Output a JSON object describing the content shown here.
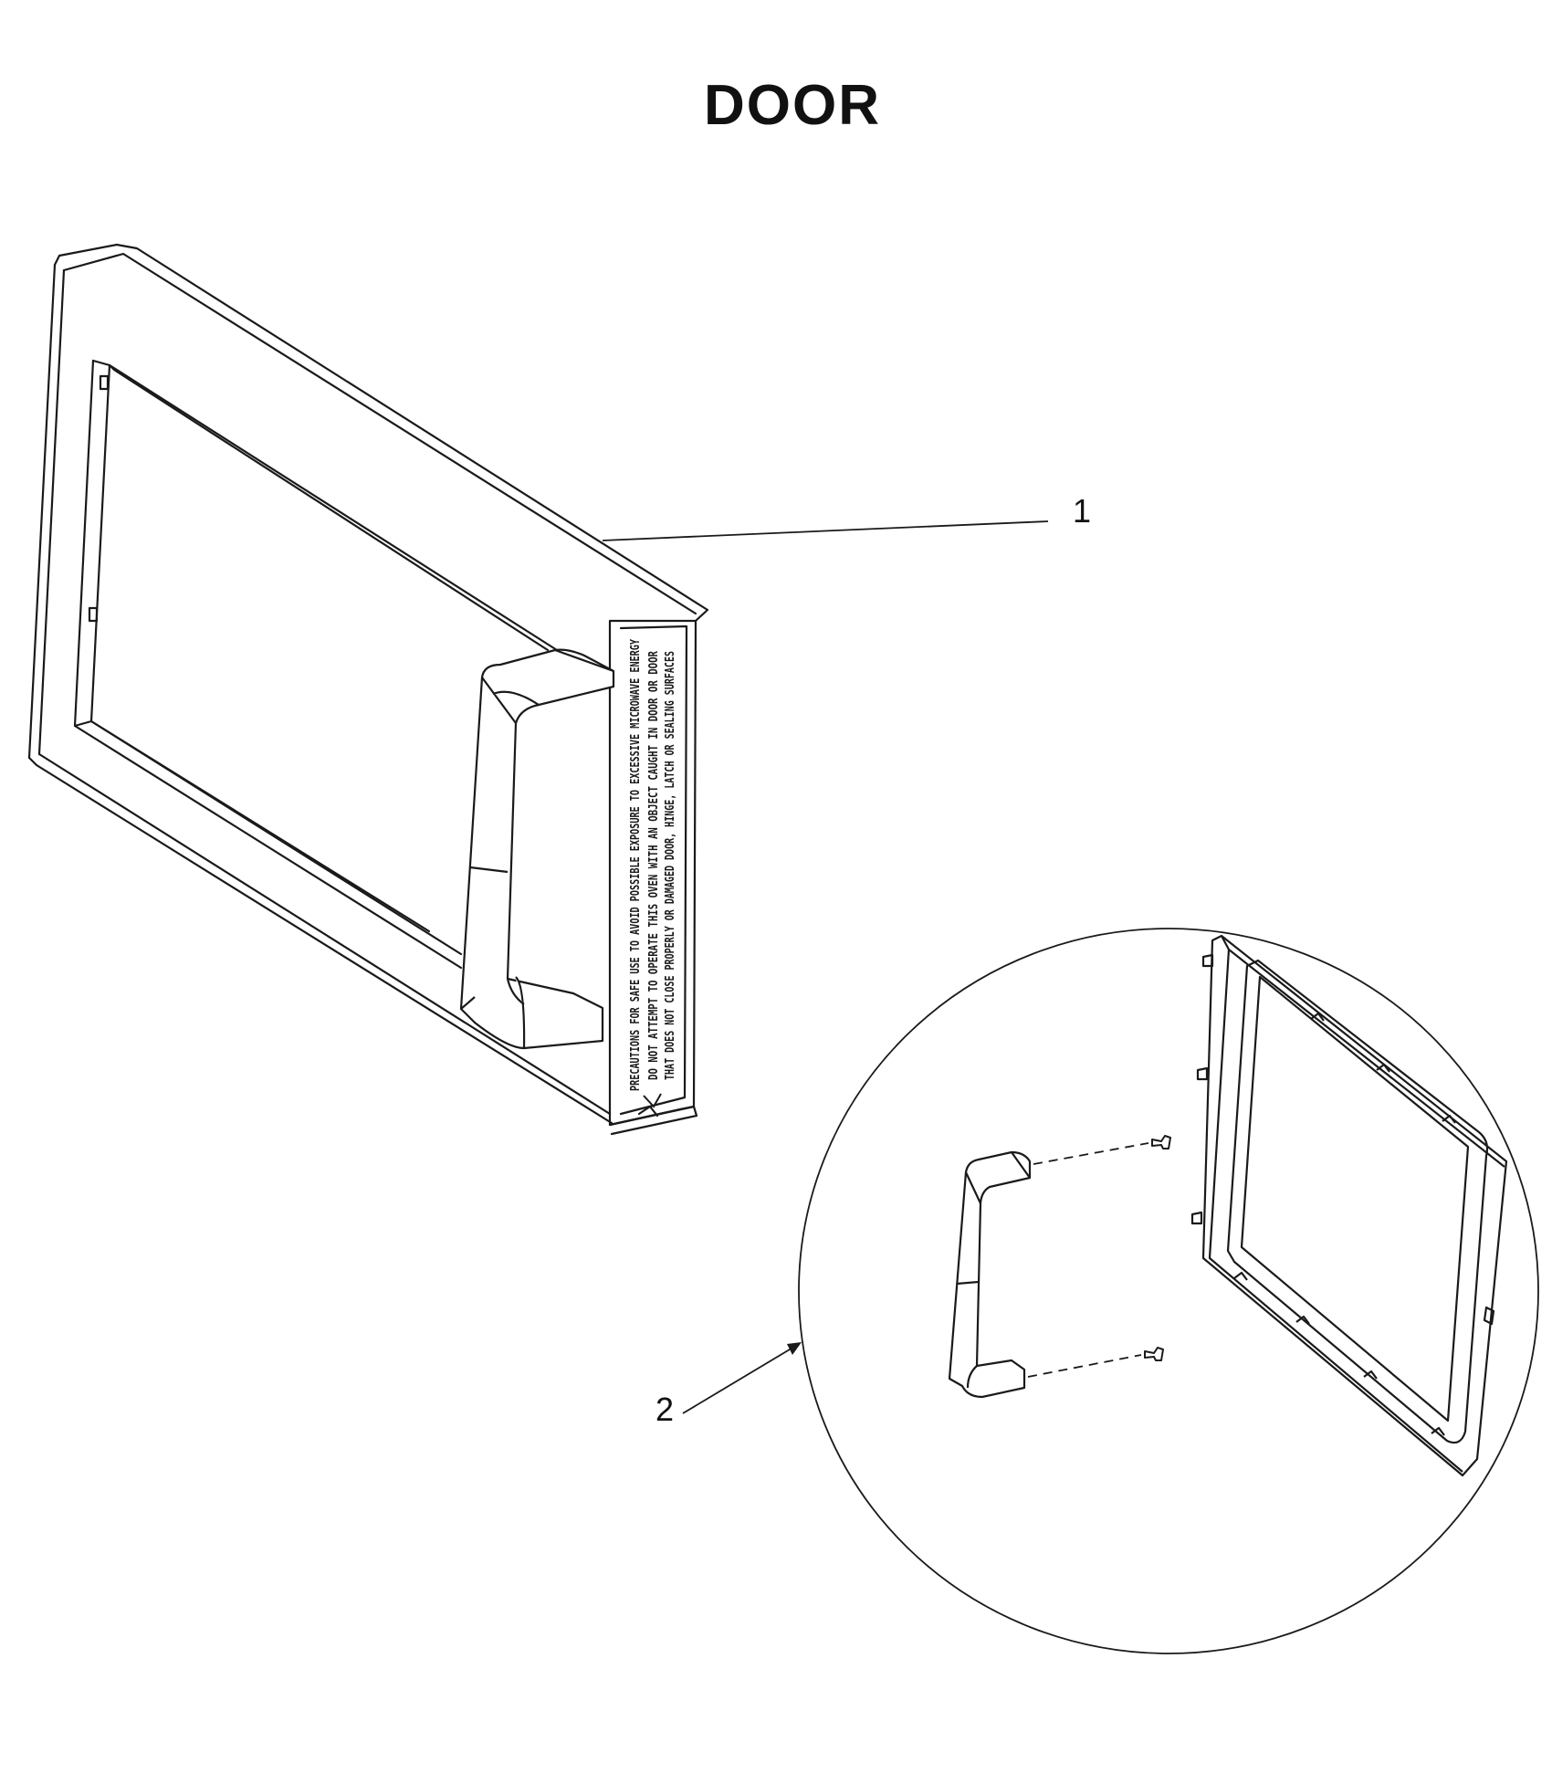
{
  "title": "DOOR",
  "callouts": [
    {
      "number": "1"
    },
    {
      "number": "2"
    }
  ],
  "door_label": {
    "lines": [
      "PRECAUTIONS FOR SAFE USE TO AVOID POSSIBLE EXPOSURE TO EXCESSIVE MICROWAVE ENERGY",
      "DO NOT ATTEMPT TO OPERATE THIS OVEN WITH AN OBJECT CAUGHT IN DOOR OR DOOR",
      "THAT DOES NOT CLOSE PROPERLY OR DAMAGED DOOR, HINGE, LATCH OR SEALING SURFACES"
    ]
  }
}
